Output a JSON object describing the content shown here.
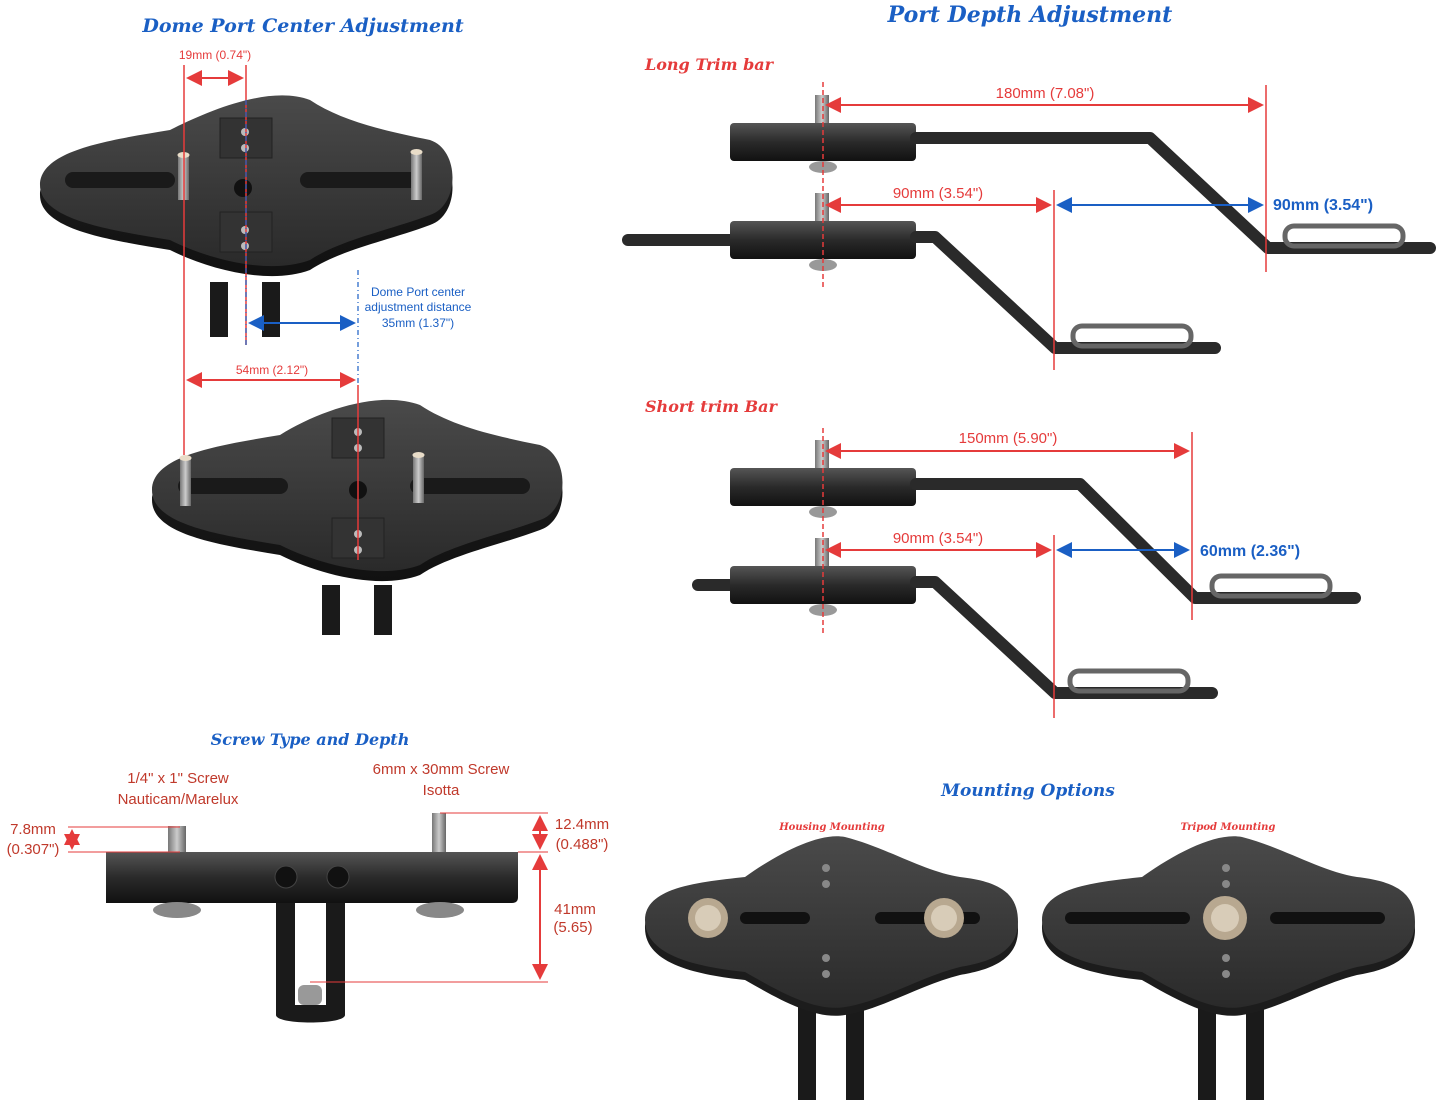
{
  "sections": {
    "dome_port": {
      "title": "Dome Port Center Adjustment",
      "offset_label": "19mm (0.74\")",
      "distance_note_1": "Dome Port center",
      "distance_note_2": "adjustment distance",
      "distance_note_3": "35mm (1.37\")",
      "width_label": "54mm (2.12\")"
    },
    "port_depth": {
      "title": "Port Depth Adjustment",
      "long_bar": {
        "title": "Long Trim bar",
        "top_label": "180mm (7.08\")",
        "mid_label": "90mm (3.54\")",
        "diff_label": "90mm (3.54\")"
      },
      "short_bar": {
        "title": "Short trim Bar",
        "top_label": "150mm (5.90\")",
        "mid_label": "90mm (3.54\")",
        "diff_label": "60mm (2.36\")"
      }
    },
    "screw": {
      "title": "Screw Type and Depth",
      "left_screw_1": "1/4\" x 1\" Screw",
      "left_screw_2": "Nauticam/Marelux",
      "right_screw_1": "6mm x 30mm Screw",
      "right_screw_2": "Isotta",
      "left_depth_1": "7.8mm",
      "left_depth_2": "(0.307\")",
      "right_depth_1": "12.4mm",
      "right_depth_2": "(0.488\")",
      "height_1": "41mm",
      "height_2": "(5.65)"
    },
    "mounting": {
      "title": "Mounting Options",
      "housing": "Housing Mounting",
      "tripod": "Tripod Mounting"
    }
  },
  "colors": {
    "dimension_red": "#e53b3b",
    "dimension_blue": "#1a5fc4",
    "part_dark": "#2b2b2b"
  }
}
